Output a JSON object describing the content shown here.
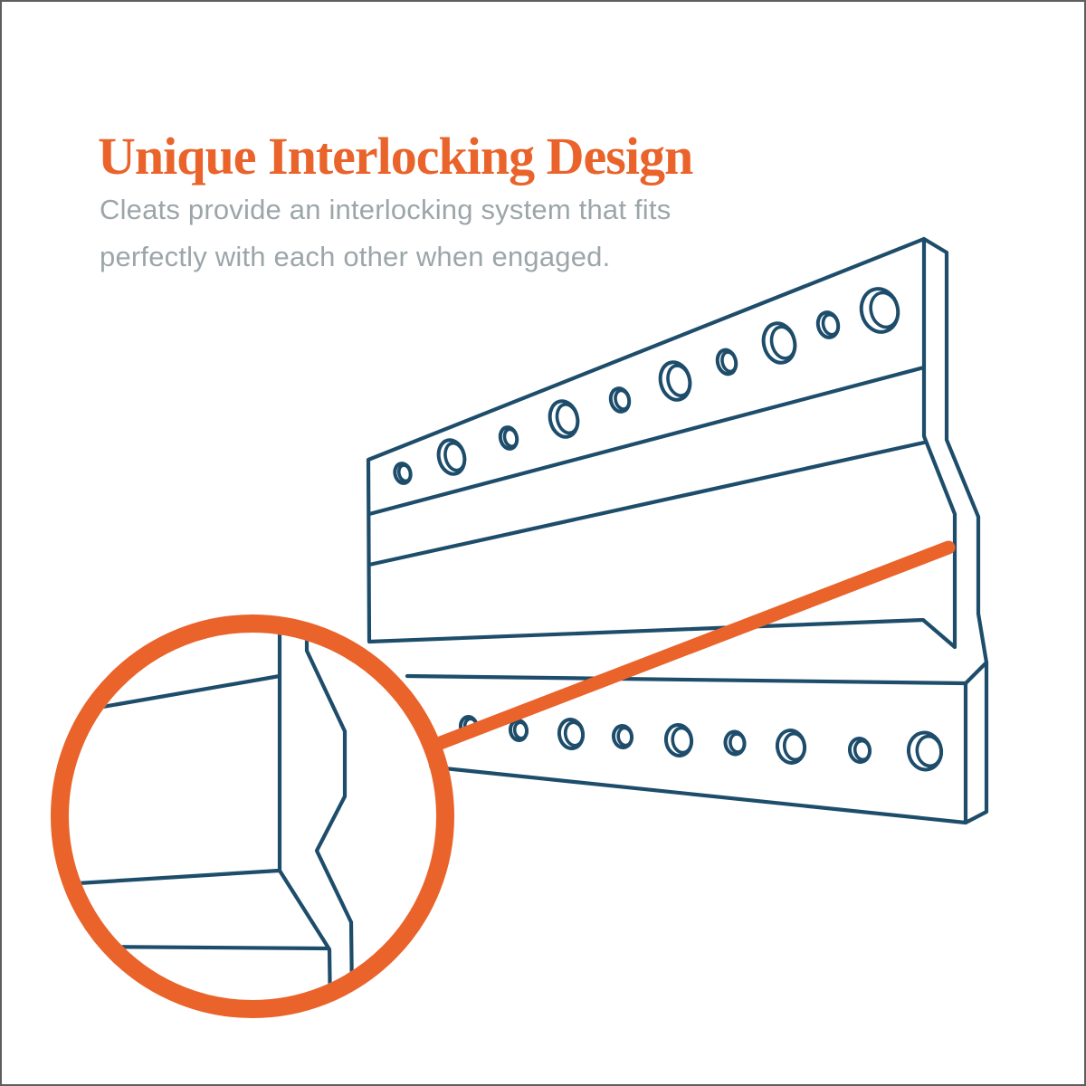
{
  "page": {
    "background_color": "#FFFFFF",
    "border_color": "#5E5E5E"
  },
  "header": {
    "title": "Unique Interlocking Design",
    "subtitle_line_1": "Cleats provide an interlocking system that fits",
    "subtitle_line_2": "perfectly with each other when engaged."
  },
  "colors": {
    "accent_orange": "#E9632A",
    "line_navy": "#1D4D6B",
    "subtitle_gray": "#9CA6A9",
    "background": "#FFFFFF"
  },
  "illustration": {
    "type": "technical line drawing",
    "subject": "Two interlocking wall cleats with countersunk screw holes, engaged profile highlighted",
    "top_cleat_hole_count": 10,
    "bottom_cleat_hole_count": 9,
    "callout": {
      "icon": "magnifier-circle",
      "shows": "close-up of interlocking cleat step profile"
    }
  }
}
